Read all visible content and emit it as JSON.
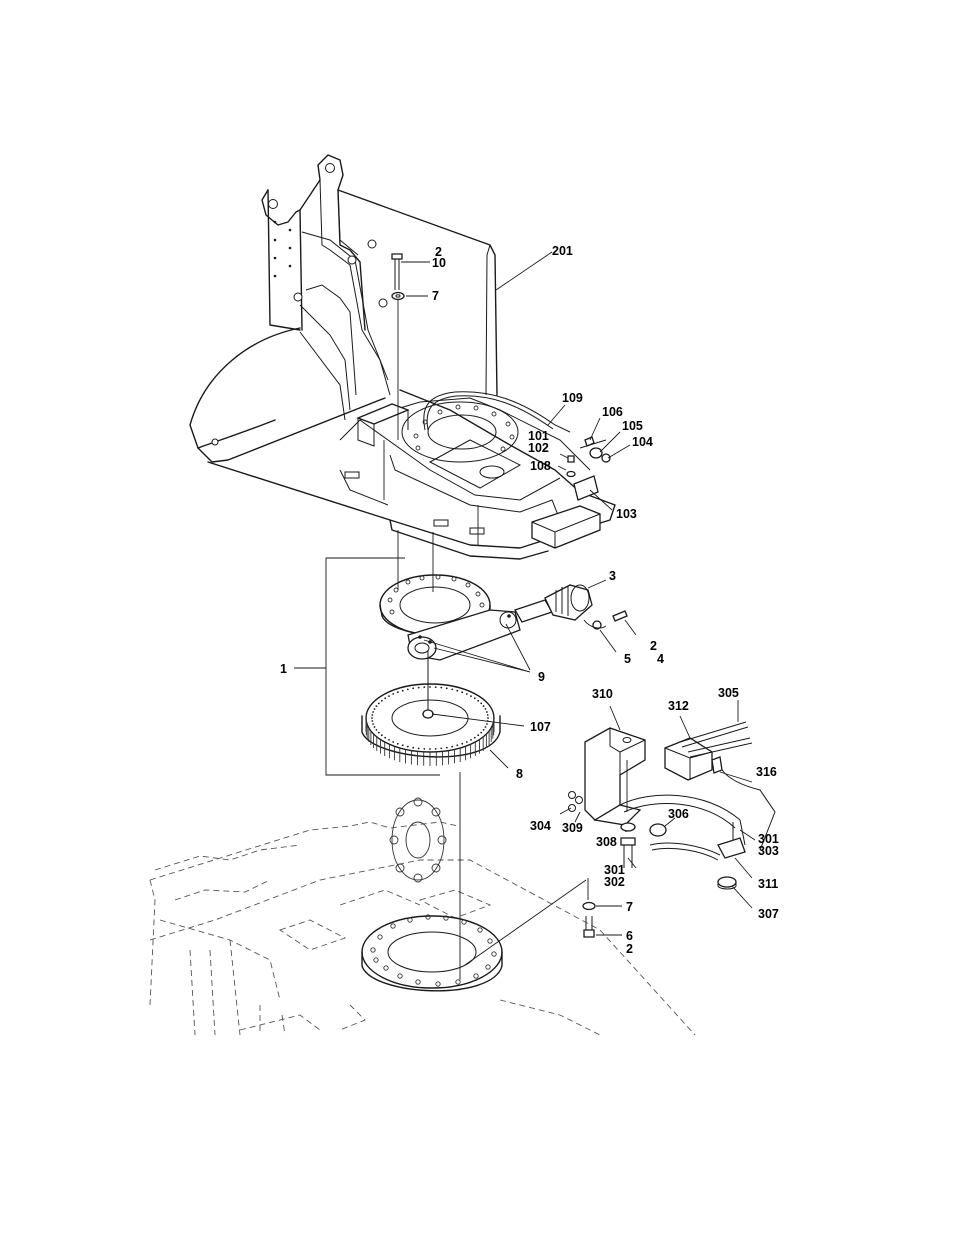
{
  "diagram": {
    "callouts": [
      {
        "id": "c-2a",
        "text": "2"
      },
      {
        "id": "c-10",
        "text": "10"
      },
      {
        "id": "c-7a",
        "text": "7"
      },
      {
        "id": "c-201",
        "text": "201"
      },
      {
        "id": "c-109",
        "text": "109"
      },
      {
        "id": "c-106",
        "text": "106"
      },
      {
        "id": "c-105",
        "text": "105"
      },
      {
        "id": "c-104",
        "text": "104"
      },
      {
        "id": "c-101",
        "text": "101"
      },
      {
        "id": "c-102",
        "text": "102"
      },
      {
        "id": "c-108",
        "text": "108"
      },
      {
        "id": "c-103",
        "text": "103"
      },
      {
        "id": "c-3",
        "text": "3"
      },
      {
        "id": "c-2b",
        "text": "2"
      },
      {
        "id": "c-4",
        "text": "4"
      },
      {
        "id": "c-5",
        "text": "5"
      },
      {
        "id": "c-1",
        "text": "1"
      },
      {
        "id": "c-9",
        "text": "9"
      },
      {
        "id": "c-107",
        "text": "107"
      },
      {
        "id": "c-8",
        "text": "8"
      },
      {
        "id": "c-310",
        "text": "310"
      },
      {
        "id": "c-312",
        "text": "312"
      },
      {
        "id": "c-305",
        "text": "305"
      },
      {
        "id": "c-316",
        "text": "316"
      },
      {
        "id": "c-304",
        "text": "304"
      },
      {
        "id": "c-309",
        "text": "309"
      },
      {
        "id": "c-308",
        "text": "308"
      },
      {
        "id": "c-306",
        "text": "306"
      },
      {
        "id": "c-301a",
        "text": "301"
      },
      {
        "id": "c-303",
        "text": "303"
      },
      {
        "id": "c-301b",
        "text": "301"
      },
      {
        "id": "c-302",
        "text": "302"
      },
      {
        "id": "c-311",
        "text": "311"
      },
      {
        "id": "c-307",
        "text": "307"
      },
      {
        "id": "c-7b",
        "text": "7"
      },
      {
        "id": "c-6",
        "text": "6"
      },
      {
        "id": "c-2c",
        "text": "2"
      }
    ]
  }
}
